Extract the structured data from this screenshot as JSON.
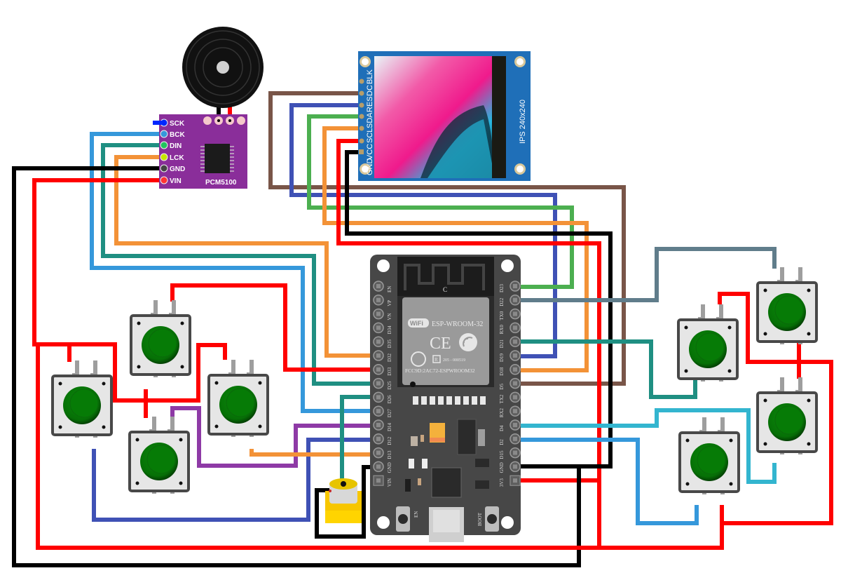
{
  "diagram": {
    "title": "ESP32 game console wiring",
    "components": {
      "buzzer": {
        "name": "Passive buzzer"
      },
      "dac": {
        "name": "PCM5100",
        "label": "PCM5100",
        "pins": [
          "SCK",
          "BCK",
          "DIN",
          "LCK",
          "GND",
          "VIN"
        ]
      },
      "lcd": {
        "name": "IPS LCD",
        "label": "IPS 240x240",
        "pins": [
          "GND",
          "VCC",
          "SCL",
          "SDA",
          "RES",
          "DC",
          "BLK"
        ]
      },
      "esp32": {
        "name": "ESP32 DevKit",
        "module_label": "ESP-WROOM-32",
        "wifi_label": "WiFi",
        "cert_label": "FCC9D:2AC72-ESPWROOM32",
        "r_code": "205 - 000519",
        "ce_label": "CE",
        "antenna_mark": "C",
        "left_pins": [
          "EN",
          "VP",
          "VN",
          "D34",
          "D35",
          "D32",
          "D33",
          "D25",
          "D26",
          "D27",
          "D14",
          "D12",
          "D13",
          "GND",
          "VIN"
        ],
        "right_pins": [
          "D23",
          "D22",
          "TX0",
          "RX0",
          "D21",
          "D19",
          "D18",
          "D5",
          "TX2",
          "RX2",
          "D4",
          "D2",
          "D15",
          "GND",
          "3V3"
        ],
        "buttons": [
          "EN",
          "BOOT"
        ]
      },
      "vibration_motor": {
        "name": "Vibration motor"
      },
      "push_buttons": [
        {
          "id": "btn-left-1"
        },
        {
          "id": "btn-left-2"
        },
        {
          "id": "btn-left-3"
        },
        {
          "id": "btn-left-4"
        },
        {
          "id": "btn-right-1"
        },
        {
          "id": "btn-right-2"
        },
        {
          "id": "btn-right-3"
        },
        {
          "id": "btn-right-4"
        }
      ]
    },
    "wire_colors": {
      "red": "#ff0000",
      "black": "#000000",
      "brown": "#795548",
      "navy": "#3f51b5",
      "green": "#4caf50",
      "orange": "#f39237",
      "blue": "#3598db",
      "teal": "#1f8f82",
      "purple": "#8e3aa6",
      "slate": "#607d8b",
      "cyan": "#33b5cf"
    },
    "connections": [
      {
        "from": "LCD.BLK",
        "to": "ESP32.D5",
        "color": "brown"
      },
      {
        "from": "LCD.DC",
        "to": "ESP32.D19",
        "color": "navy"
      },
      {
        "from": "LCD.RES",
        "to": "ESP32.D23",
        "color": "green"
      },
      {
        "from": "LCD.SDA",
        "to": "ESP32.D18",
        "color": "orange"
      },
      {
        "from": "LCD.VCC",
        "to": "ESP32.3V3",
        "color": "red"
      },
      {
        "from": "LCD.GND",
        "to": "ESP32.GND",
        "color": "black"
      },
      {
        "from": "DAC.BCK",
        "to": "ESP32.D27",
        "color": "blue"
      },
      {
        "from": "DAC.DIN",
        "to": "ESP32.D25",
        "color": "teal"
      },
      {
        "from": "DAC.LCK",
        "to": "ESP32.D32",
        "color": "orange"
      },
      {
        "from": "DAC.GND",
        "to": "ESP32.GND",
        "color": "black"
      },
      {
        "from": "DAC.VIN",
        "to": "3V3 rail",
        "color": "red"
      },
      {
        "from": "Motor",
        "to": "ESP32.D26",
        "color": "teal"
      },
      {
        "from": "Motor",
        "to": "ESP32.GND",
        "color": "black"
      },
      {
        "from": "Button",
        "to": "ESP32.D33",
        "color": "red"
      },
      {
        "from": "Button",
        "to": "ESP32.D14",
        "color": "purple"
      },
      {
        "from": "Button",
        "to": "ESP32.D12",
        "color": "navy"
      },
      {
        "from": "Button",
        "to": "ESP32.D13",
        "color": "orange"
      },
      {
        "from": "Button",
        "to": "ESP32.D22",
        "color": "slate"
      },
      {
        "from": "Button",
        "to": "ESP32.D21",
        "color": "teal"
      },
      {
        "from": "Button",
        "to": "ESP32.D4",
        "color": "cyan"
      },
      {
        "from": "Button",
        "to": "ESP32.D2",
        "color": "blue"
      }
    ]
  }
}
